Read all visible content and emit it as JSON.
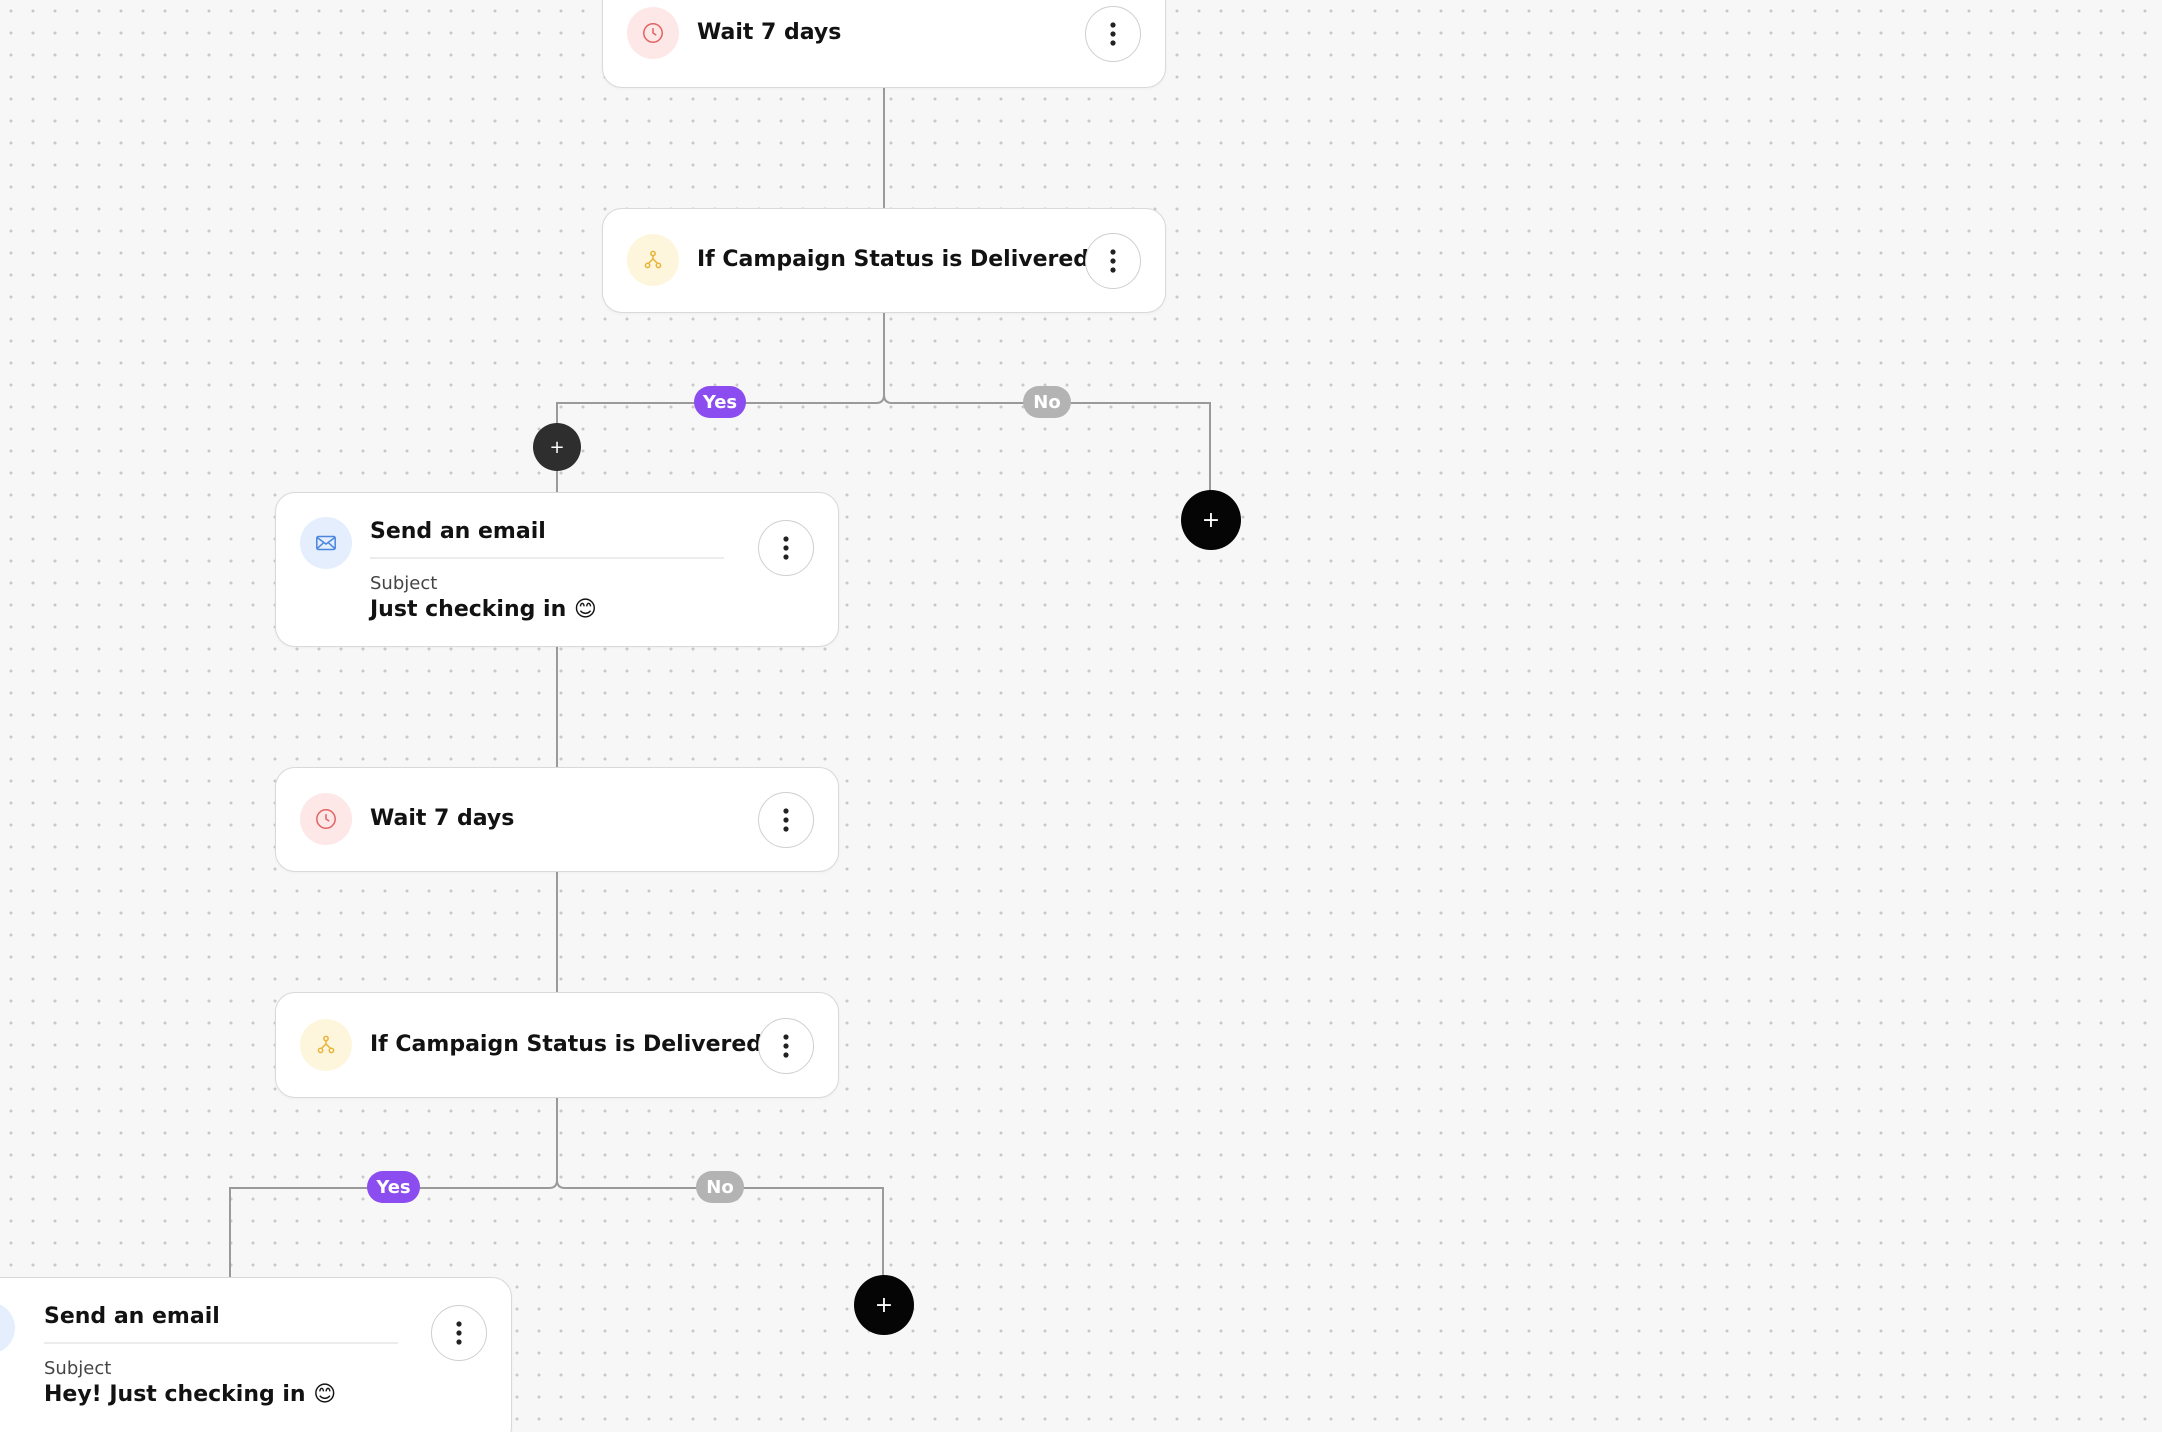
{
  "colors": {
    "canvas_background": "#f7f7f7",
    "yes_branch": "#8b4df0",
    "no_branch": "#b3b3b3",
    "connector": "#9a9a9a",
    "wait_icon": "#e26363",
    "condition_icon": "#e8b43a",
    "email_icon": "#4a86e0"
  },
  "workflow": {
    "wait_1": {
      "title": "Wait 7 days",
      "icon": "clock-icon"
    },
    "condition_1": {
      "title": "If Campaign Status is Delivered",
      "icon": "branch-icon"
    },
    "branch_1": {
      "yes_label": "Yes",
      "no_label": "No",
      "add_label": "+"
    },
    "email_1": {
      "title": "Send an email",
      "subject_label": "Subject",
      "subject_value": "Just checking in 😊",
      "icon": "envelope-icon"
    },
    "wait_2": {
      "title": "Wait 7 days",
      "icon": "clock-icon"
    },
    "condition_2": {
      "title": "If Campaign Status is Delivered",
      "icon": "branch-icon"
    },
    "branch_2": {
      "yes_label": "Yes",
      "no_label": "No",
      "add_label": "+"
    },
    "email_2": {
      "title": "Send an email",
      "subject_label": "Subject",
      "subject_value": "Hey! Just checking in 😊",
      "icon": "envelope-icon"
    },
    "menu_icon": "more-vertical-icon"
  }
}
